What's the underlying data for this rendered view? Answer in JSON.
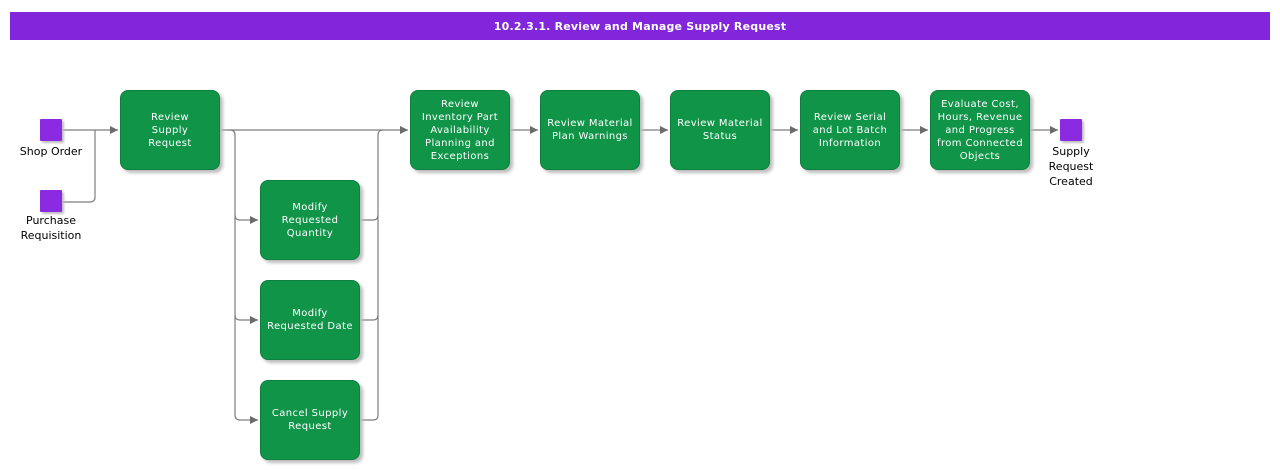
{
  "header": {
    "title": "10.2.3.1. Review and Manage Supply Request"
  },
  "colors": {
    "header_bg": "#8226DB",
    "task_bg": "#109448",
    "task_text": "#FFFFFF",
    "event_bg": "#8A2BE2",
    "connector": "#7D7D7D",
    "label_text": "#000000"
  },
  "events": {
    "shop_order": {
      "label": "Shop Order"
    },
    "purchase_requisition": {
      "label": "Purchase\nRequisition"
    },
    "supply_request_created": {
      "label": "Supply\nRequest\nCreated"
    }
  },
  "tasks": {
    "review_supply_request": {
      "label": "Review\nSupply\nRequest"
    },
    "review_inventory_part": {
      "label": "Review\nInventory Part\nAvailability\nPlanning and\nExceptions"
    },
    "review_material_plan_warnings": {
      "label": "Review Material\nPlan Warnings"
    },
    "review_material_status": {
      "label": "Review Material\nStatus"
    },
    "review_serial_lot_batch": {
      "label": "Review Serial\nand Lot Batch\nInformation"
    },
    "evaluate_cost_hours_revenue": {
      "label": "Evaluate Cost,\nHours, Revenue\nand Progress\nfrom Connected\nObjects"
    },
    "modify_requested_quantity": {
      "label": "Modify\nRequested\nQuantity"
    },
    "modify_requested_date": {
      "label": "Modify\nRequested Date"
    },
    "cancel_supply_request": {
      "label": "Cancel Supply\nRequest"
    }
  }
}
